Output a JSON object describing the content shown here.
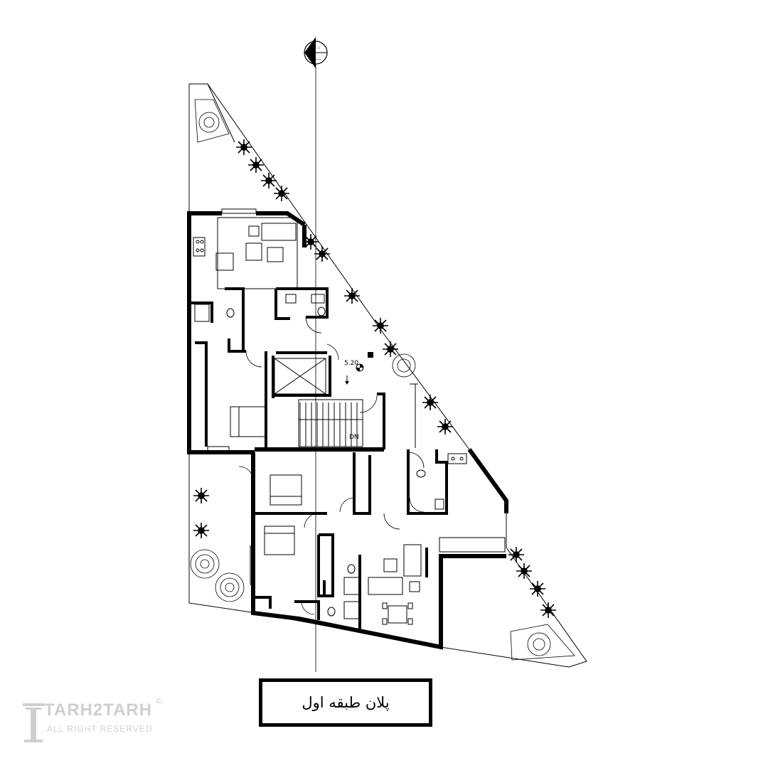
{
  "drawing": {
    "title": "پلان طبقه اول",
    "level_marker": "5.20",
    "stair_label": "DN",
    "section_marker_top": "-",
    "section_marker_bottom": "---"
  },
  "watermark": {
    "brand": "TARH2TARH",
    "tagline": "ALL RIGHT RESERVED",
    "copyright_symbol": "©"
  },
  "colors": {
    "ink": "#000000",
    "watermark": "#cfcfcf",
    "background": "#ffffff"
  },
  "icons": [
    "tree-icon",
    "section-marker-icon",
    "level-marker-icon",
    "bed-icon",
    "sofa-icon",
    "dining-table-icon",
    "toilet-icon",
    "stove-icon",
    "elevator-icon"
  ]
}
